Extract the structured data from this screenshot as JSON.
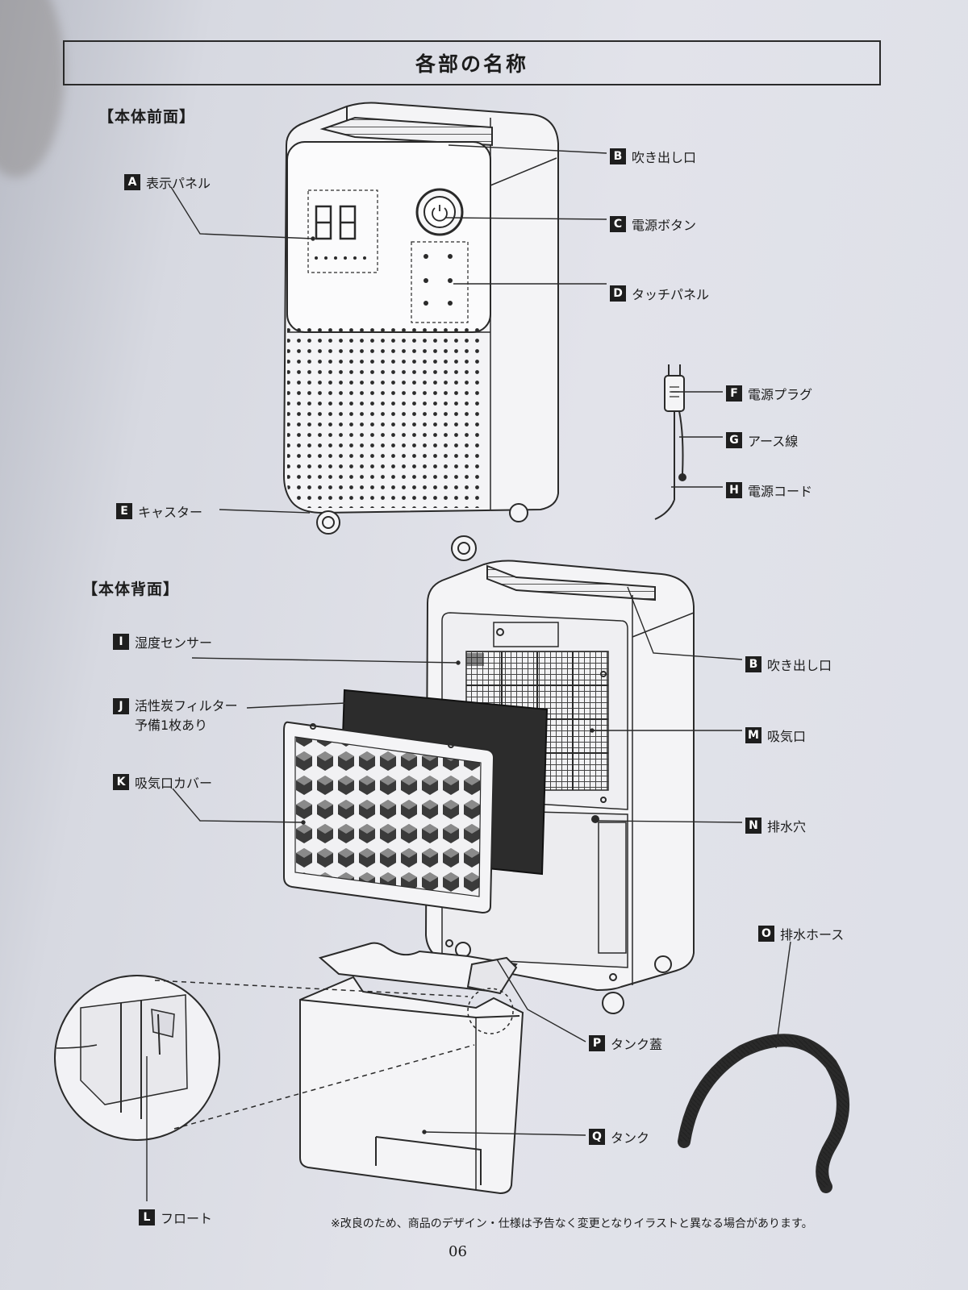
{
  "title": "各部の名称",
  "sections": {
    "front": "【本体前面】",
    "back": "【本体背面】"
  },
  "labels": {
    "A": {
      "letter": "A",
      "text": "表示パネル"
    },
    "B": {
      "letter": "B",
      "text": "吹き出し口"
    },
    "C": {
      "letter": "C",
      "text": "電源ボタン"
    },
    "D": {
      "letter": "D",
      "text": "タッチパネル"
    },
    "E": {
      "letter": "E",
      "text": "キャスター"
    },
    "F": {
      "letter": "F",
      "text": "電源プラグ"
    },
    "G": {
      "letter": "G",
      "text": "アース線"
    },
    "H": {
      "letter": "H",
      "text": "電源コード"
    },
    "B2": {
      "letter": "B",
      "text": "吹き出し口"
    },
    "I": {
      "letter": "I",
      "text": "湿度センサー"
    },
    "J": {
      "letter": "J",
      "text": "活性炭フィルター",
      "sub": "予備1枚あり"
    },
    "K": {
      "letter": "K",
      "text": "吸気口カバー"
    },
    "M": {
      "letter": "M",
      "text": "吸気口"
    },
    "N": {
      "letter": "N",
      "text": "排水穴"
    },
    "O": {
      "letter": "O",
      "text": "排水ホース"
    },
    "P": {
      "letter": "P",
      "text": "タンク蓋"
    },
    "Q": {
      "letter": "Q",
      "text": "タンク"
    },
    "L": {
      "letter": "L",
      "text": "フロート"
    }
  },
  "footer_note": "※改良のため、商品のデザイン・仕様は予告なく変更となりイラストと異なる場合があります。",
  "page_number": "06"
}
